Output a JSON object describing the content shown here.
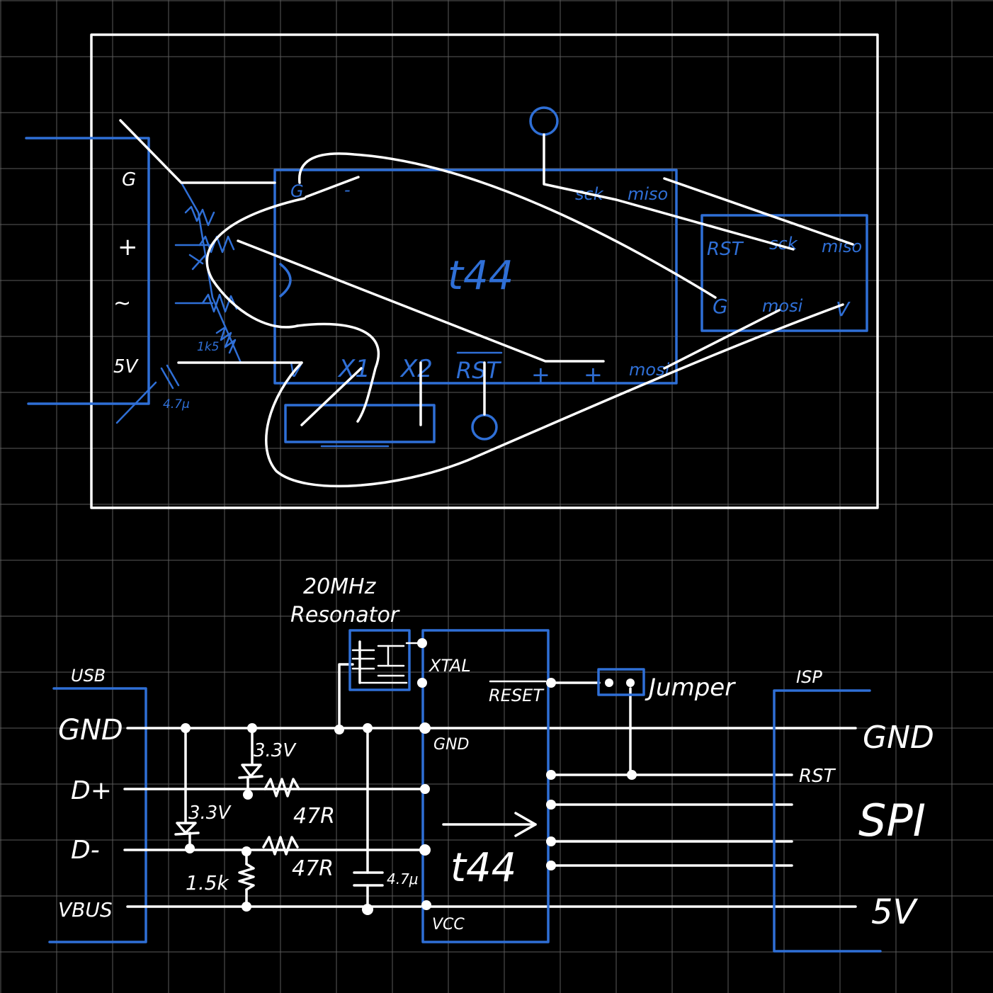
{
  "colors": {
    "background": "#000000",
    "grid": "#5a5a5a",
    "ink_white": "#ffffff",
    "ink_blue": "#2f6fd6"
  },
  "layout_sketch": {
    "usb_pins": {
      "g": "G",
      "plus": "+",
      "minus": "~",
      "five_v": "5V"
    },
    "resistor_label": "1k5",
    "capacitor_label": "4.7μ",
    "chip_label": "t44",
    "chip_pins_top": {
      "g": "G",
      "minus": "-",
      "sck": "sck",
      "miso": "miso"
    },
    "chip_pins_bottom": {
      "v": "V",
      "x1": "X1",
      "x2": "X2",
      "rst": "RST",
      "plus1": "+",
      "plus2": "+",
      "mosi": "mosi"
    },
    "isp_pins_top": {
      "rst": "RST",
      "sck": "sck",
      "miso": "miso"
    },
    "isp_pins_bottom": {
      "g": "G",
      "mosi": "mosi",
      "v": "V"
    }
  },
  "schematic": {
    "resonator_line1": "20MHz",
    "resonator_line2": "Resonator",
    "usb_label": "USB",
    "usb_pins": {
      "gnd": "GND",
      "dplus": "D+",
      "dminus": "D-",
      "vbus": "VBUS"
    },
    "zener1": "3.3V",
    "zener2": "3.3V",
    "resistor1": "47R",
    "resistor2": "47R",
    "pullup": "1.5k",
    "capacitor": "4.7μ",
    "chip": {
      "xtal": "XTAL",
      "reset": "RESET",
      "gnd": "GND",
      "vcc": "VCC",
      "name": "t44"
    },
    "jumper": "Jumper",
    "isp": {
      "label": "ISP",
      "gnd": "GND",
      "rst": "RST",
      "spi": "SPI",
      "five_v": "5V"
    }
  }
}
